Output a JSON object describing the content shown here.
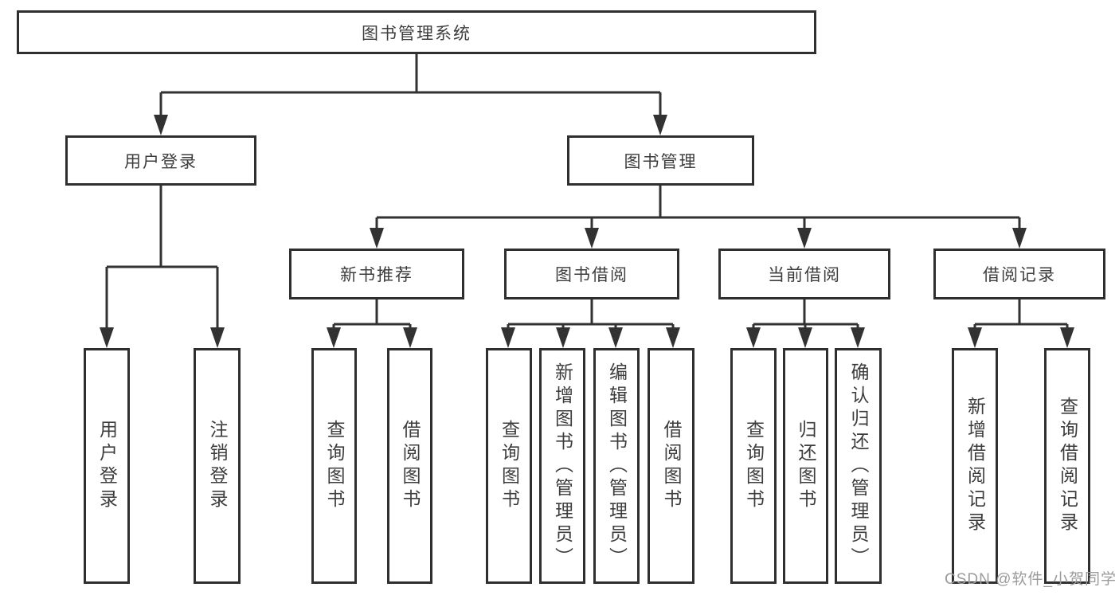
{
  "nodes": {
    "system": "图书管理系统",
    "user_login": "用户登录",
    "book_management": "图书管理",
    "new_book_recommend": "新书推荐",
    "book_borrow": "图书借阅",
    "current_borrow": "当前借阅",
    "borrow_records": "借阅记录",
    "leaf_user_login": "用户登录",
    "leaf_logout": "注销登录",
    "nb_query_books": "查询图书",
    "nb_borrow_books": "借阅图书",
    "bb_query_books": "查询图书",
    "bb_add_books_admin": "新增图书（管理员）",
    "bb_edit_books_admin": "编辑图书（管理员）",
    "bb_borrow_books": "借阅图书",
    "cb_query_books": "查询图书",
    "cb_return_books": "归还图书",
    "cb_confirm_return_admin": "确认归还（管理员）",
    "rec_add_record": "新增借阅记录",
    "rec_query_record": "查询借阅记录"
  },
  "watermark": "CSDN @软件_小贺同学",
  "colors": {
    "line": "#323232",
    "box_border": "#2f2f2f",
    "text": "#3d3d3d",
    "watermark": "#9b9b9b",
    "background": "#ffffff"
  },
  "hierarchy": {
    "label": "图书管理系统",
    "children": [
      {
        "label": "用户登录",
        "children": [
          {
            "label": "用户登录"
          },
          {
            "label": "注销登录"
          }
        ]
      },
      {
        "label": "图书管理",
        "children": [
          {
            "label": "新书推荐",
            "children": [
              {
                "label": "查询图书"
              },
              {
                "label": "借阅图书"
              }
            ]
          },
          {
            "label": "图书借阅",
            "children": [
              {
                "label": "查询图书"
              },
              {
                "label": "新增图书（管理员）"
              },
              {
                "label": "编辑图书（管理员）"
              },
              {
                "label": "借阅图书"
              }
            ]
          },
          {
            "label": "当前借阅",
            "children": [
              {
                "label": "查询图书"
              },
              {
                "label": "归还图书"
              },
              {
                "label": "确认归还（管理员）"
              }
            ]
          },
          {
            "label": "借阅记录",
            "children": [
              {
                "label": "新增借阅记录"
              },
              {
                "label": "查询借阅记录"
              }
            ]
          }
        ]
      }
    ]
  }
}
